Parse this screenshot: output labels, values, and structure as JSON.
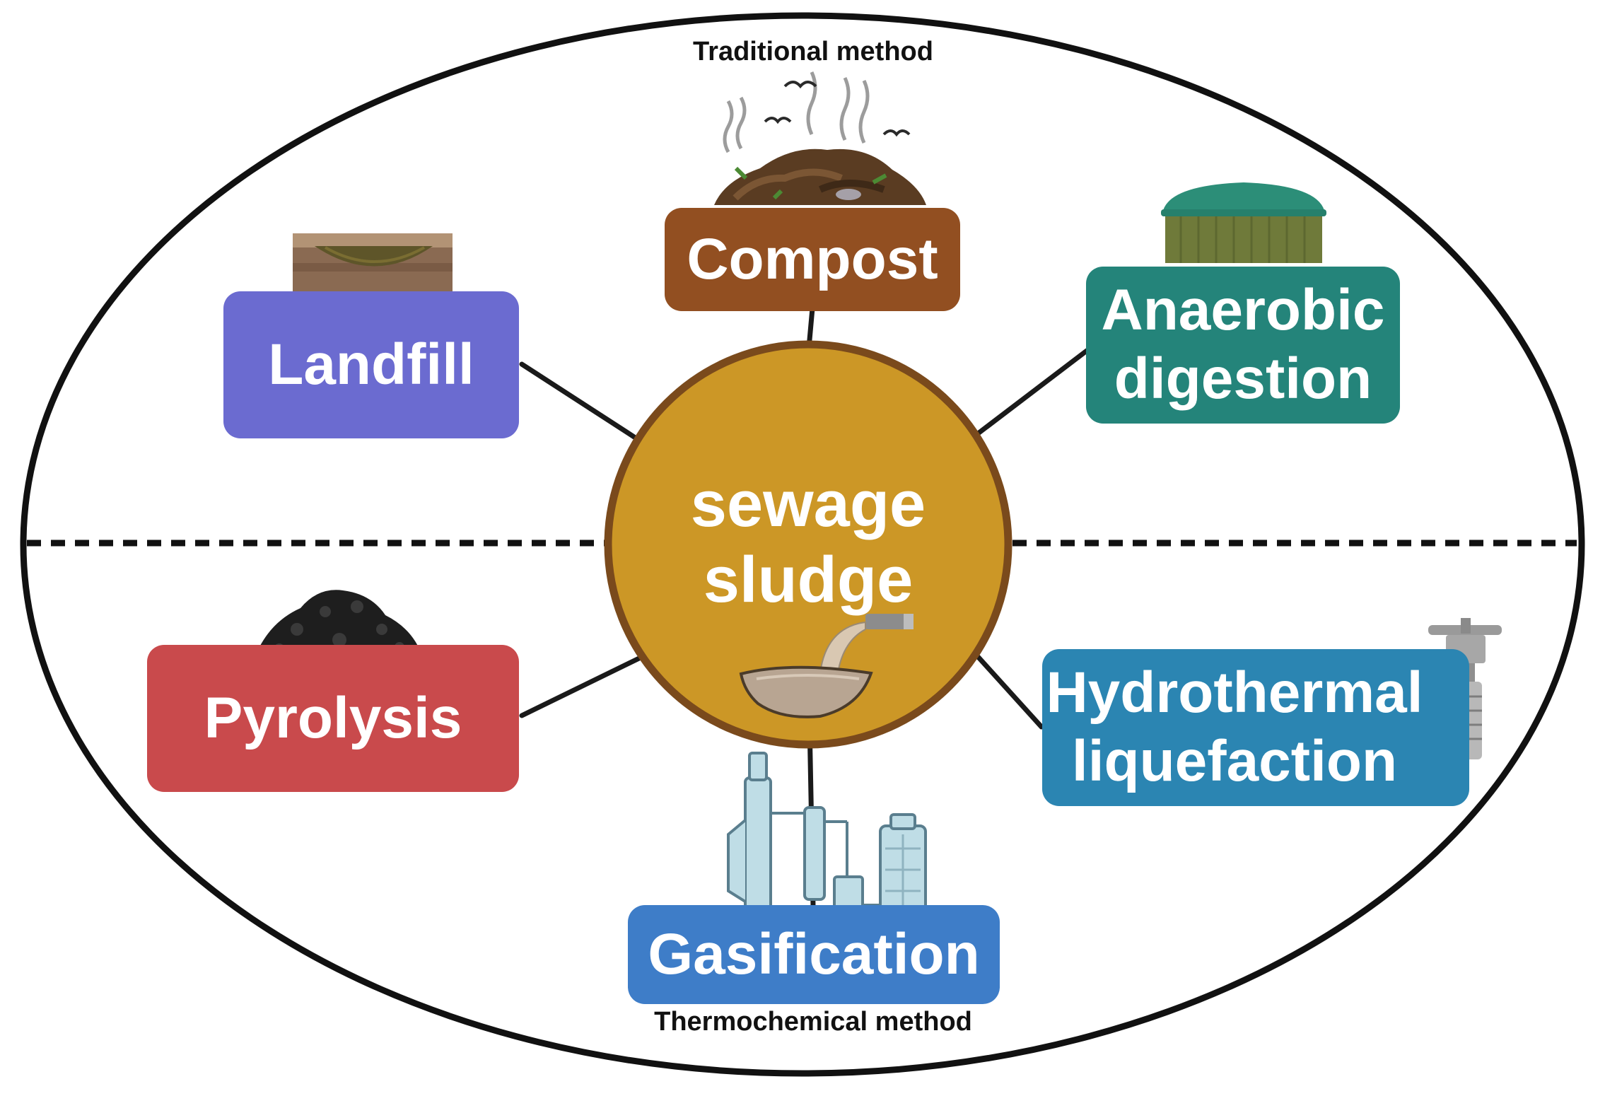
{
  "diagram": {
    "top_caption": "Traditional method",
    "bottom_caption": "Thermochemical method",
    "center": {
      "label": "sewage\nsludge",
      "fill": "#CC9726",
      "stroke": "#7A4A1C"
    },
    "nodes": [
      {
        "id": "landfill",
        "label": "Landfill",
        "color": "#6B6BD0",
        "icon": "landfill-icon"
      },
      {
        "id": "compost",
        "label": "Compost",
        "color": "#924F21",
        "icon": "compost-heap-icon"
      },
      {
        "id": "anaerobic-digestion",
        "label": "Anaerobic\ndigestion",
        "color": "#24847A",
        "icon": "biogas-digester-icon"
      },
      {
        "id": "pyrolysis",
        "label": "Pyrolysis",
        "color": "#C94A4C",
        "icon": "biochar-pile-icon"
      },
      {
        "id": "gasification",
        "label": "Gasification",
        "color": "#3E7DC8",
        "icon": "gasifier-plant-icon"
      },
      {
        "id": "hydrothermal-liquefaction",
        "label": "Hydrothermal\nliquefaction",
        "color": "#2B85B2",
        "icon": "autoclave-reactor-icon"
      }
    ]
  }
}
